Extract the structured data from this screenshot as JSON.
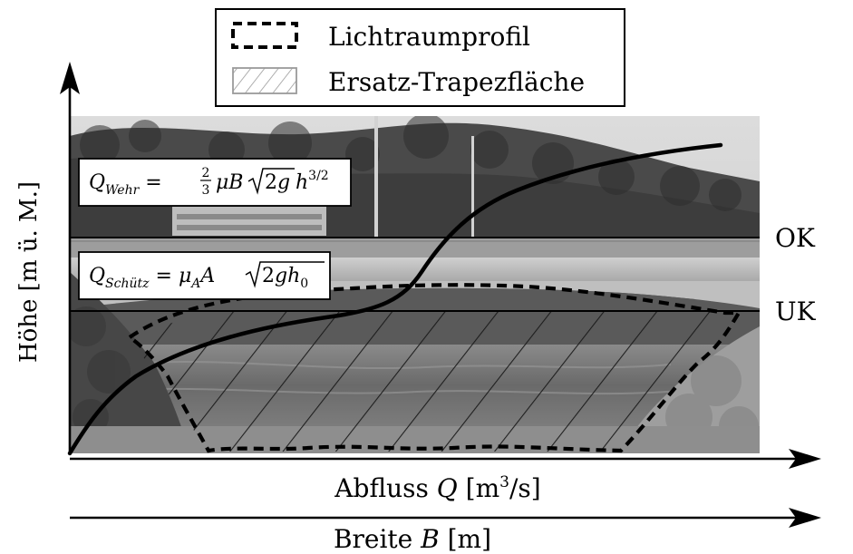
{
  "legend": {
    "items": [
      {
        "label": "Lichtraumprofil",
        "style": "dashed-outline"
      },
      {
        "label": "Ersatz-Trapezfläche",
        "style": "hatched"
      }
    ]
  },
  "axes": {
    "y_label": "Höhe [m ü. M.]",
    "x_label_1": {
      "text": "Abfluss ",
      "var": "Q",
      "unit_open": " [m",
      "unit_exp": "3",
      "unit_close": "/s]"
    },
    "x_label_2": {
      "text": "Breite ",
      "var": "B",
      "unit": " [m]"
    }
  },
  "levels": {
    "top": "OK",
    "bottom": "UK"
  },
  "formulas": {
    "weir": "Q_Wehr = (2/3) μ B √(2g) h^(3/2)",
    "gate": "Q_Schütz = μ_A A √(2g h₀)"
  },
  "photo_description_colors": {
    "sky": "#d8d8d8",
    "hill_dark": "#3a3a3a",
    "hill_mid": "#5a5a5a",
    "bridge": "#c4c4c4",
    "water": "#6e6e6e",
    "bank_light": "#b8b8b8"
  }
}
